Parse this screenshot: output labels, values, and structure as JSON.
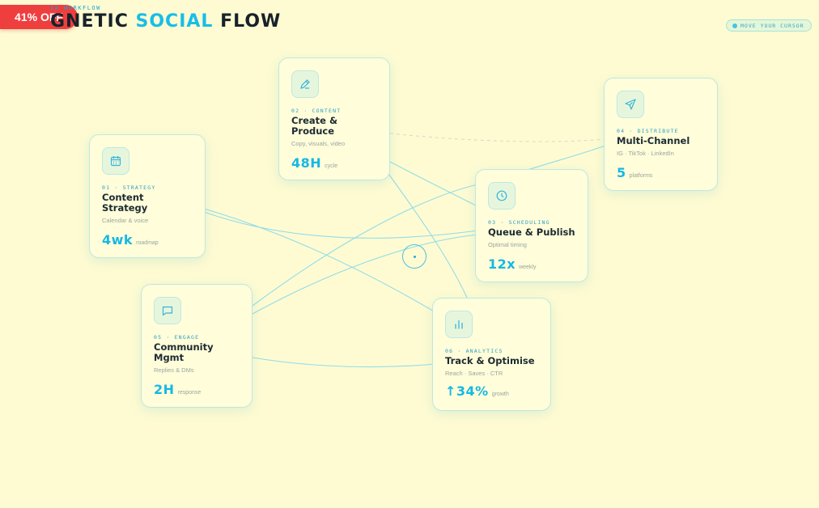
{
  "header": {
    "kicker": "IA WORKFLOW",
    "title_pre": "GNETIC ",
    "title_accent": "SOCIAL",
    "title_post": " FLOW"
  },
  "badge": {
    "label": "41% OFF"
  },
  "hint": {
    "label": "MOVE YOUR CURSOR"
  },
  "cards": {
    "strategy": {
      "step": "01 · STRATEGY",
      "title": "Content Strategy",
      "sub": "Calendar & voice",
      "metric": "4wk",
      "unit": "roadmap",
      "icon": "calendar-icon"
    },
    "content": {
      "step": "02 · CONTENT",
      "title": "Create & Produce",
      "sub": "Copy, visuals, video",
      "metric": "48H",
      "unit": "cycle",
      "icon": "pencil-icon"
    },
    "scheduling": {
      "step": "03 · SCHEDULING",
      "title": "Queue & Publish",
      "sub": "Optimal timing",
      "metric": "12x",
      "unit": "weekly",
      "icon": "clock-icon"
    },
    "distribute": {
      "step": "04 · DISTRIBUTE",
      "title": "Multi-Channel",
      "sub": "IG · TikTok · LinkedIn",
      "metric": "5",
      "unit": "platforms",
      "icon": "send-icon"
    },
    "engage": {
      "step": "05 · ENGAGE",
      "title": "Community Mgmt",
      "sub": "Replies & DMs",
      "metric": "2H",
      "unit": "response",
      "icon": "chat-bubble-icon"
    },
    "analytics": {
      "step": "06 · ANALYTICS",
      "title": "Track & Optimise",
      "sub": "Reach · Saves · CTR",
      "metric": "↑34%",
      "unit": "growth",
      "icon": "bar-chart-icon"
    }
  },
  "colors": {
    "background": "#fefbd2",
    "accent": "#18bde8",
    "badge": "#ef3e3e",
    "line": "#7fd6e8"
  }
}
